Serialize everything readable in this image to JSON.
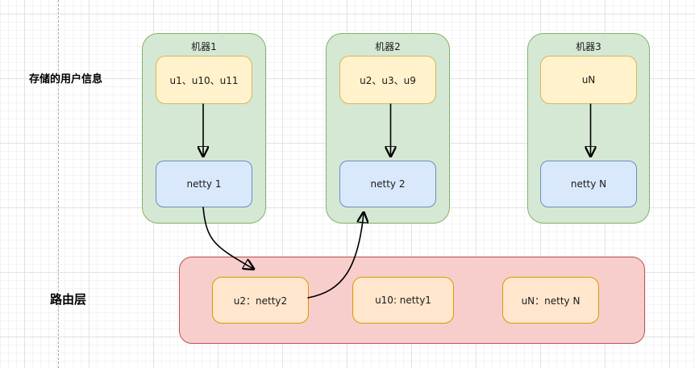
{
  "diagram": {
    "labels": {
      "stored_users": "存储的用户信息",
      "routing_layer": "路由层"
    },
    "machines": [
      {
        "title": "机器1",
        "users": "u1、u10、u11",
        "netty": "netty 1"
      },
      {
        "title": "机器2",
        "users": "u2、u3、u9",
        "netty": "netty 2"
      },
      {
        "title": "机器3",
        "users": "uN",
        "netty": "netty N"
      }
    ],
    "routing": {
      "entries": [
        "u2：netty2",
        "u10: netty1",
        "uN：netty N"
      ]
    },
    "colors": {
      "machine_fill": "#d5e8d4",
      "machine_border": "#82b366",
      "users_fill": "#fff2cc",
      "users_border": "#d6b656",
      "netty_fill": "#dae8fc",
      "netty_border": "#6c8ebf",
      "routing_fill": "#f8cecc",
      "routing_border": "#b85450",
      "entry_fill": "#ffe6cc",
      "entry_border": "#d79b00",
      "arrow": "#000000",
      "grid_major": "#e2e2e2",
      "grid_minor": "#f4f4f4"
    }
  }
}
